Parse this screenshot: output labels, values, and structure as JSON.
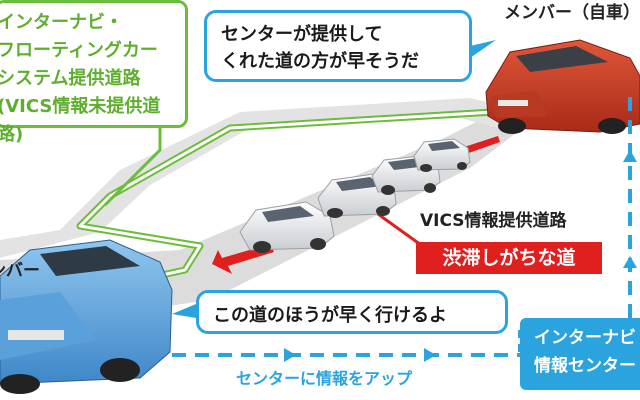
{
  "green_box": {
    "lines": [
      "インターナビ・",
      "フローティングカー",
      "システム提供道路",
      "(VICS情報未提供道路)"
    ]
  },
  "bubble_top": {
    "lines": [
      "センターが提供して",
      "くれた道の方が早そうだ"
    ]
  },
  "bubble_bottom": {
    "text": "この道のほうが早く行けるよ"
  },
  "member_top_label": "メンバー（自車）",
  "member_left_label": "メンバー",
  "vics_road_label": "VICS情報提供道路",
  "jam_label": "渋滞しがちな道",
  "center_box": {
    "lines": [
      "インターナビ",
      "情報センター"
    ]
  },
  "upload_label": "センターに情報をアップ",
  "colors": {
    "green": "#6cbd3a",
    "blue": "#2aa3df",
    "red": "#e01f1f",
    "road": "#d9d9d9"
  }
}
